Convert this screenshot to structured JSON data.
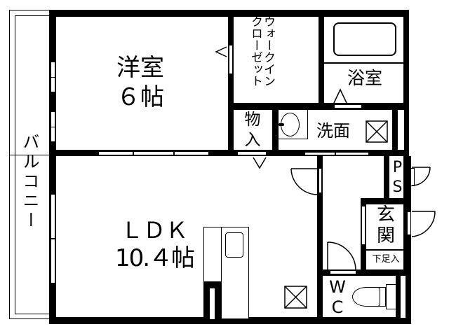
{
  "floor_plan": {
    "rooms": {
      "western_room": {
        "name": "洋室",
        "size": "６帖"
      },
      "ldk": {
        "name": "ＬＤＫ",
        "size": "10.４帖"
      },
      "walk_in_closet": {
        "line1": "ウォークイン",
        "line2": "クローゼット"
      },
      "bathroom": {
        "name": "浴室"
      },
      "storage": {
        "line1": "物",
        "line2": "入"
      },
      "washroom": {
        "name": "洗面"
      },
      "pipe_space": {
        "line1": "P",
        "line2": "S"
      },
      "entrance": {
        "line1": "玄",
        "line2": "関",
        "shoe_box": "下足入"
      },
      "toilet": {
        "line1": "W",
        "line2": "C"
      },
      "balcony": {
        "name": "バルコニー"
      }
    },
    "colors": {
      "wall": "#000000",
      "background": "#ffffff"
    }
  }
}
